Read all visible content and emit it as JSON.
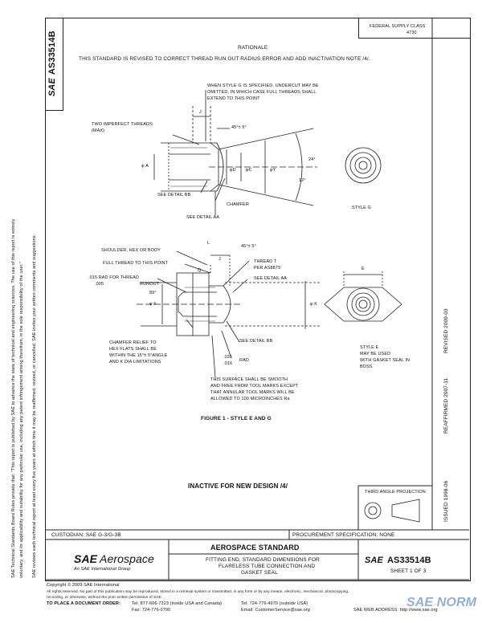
{
  "side_tag": {
    "brand": "SAE",
    "doc": "AS33514B"
  },
  "federal_box": {
    "line1": "FEDERAL SUPPLY CLASS",
    "line2": "4730"
  },
  "rationale": {
    "title": "RATIONALE",
    "text": "THIS STANDARD IS REVISED TO CORRECT THREAD RUN OUT RADIUS ERROR AND ADD INACTIVATION NOTE /4/."
  },
  "drawing_top": {
    "note_style_g": [
      "WHEN STYLE G IS SPECIFIED, UNDERCUT MAY BE",
      "OMITTED, IN WHICH CASE FULL THREADS SHALL",
      "EXTEND TO THIS POINT"
    ],
    "two_imperfect": [
      "TWO IMPERFECT THREADS",
      "(MAX)"
    ],
    "angle_45": "45°± 5°",
    "angle_24": "24°",
    "angle_12": "12°",
    "dim_j": "J",
    "dim_a": "φ A",
    "dim_d": "φD",
    "dim_c": "φC",
    "dim_y": "φY",
    "detail_bb": "SEE DETAIL BB",
    "chamfer": "CHAMFER",
    "detail_aa": "SEE DETAIL AA",
    "style_g": "STYLE G"
  },
  "drawing_mid": {
    "shoulder": "SHOULDER, HEX OR BODY",
    "full_thread": "FULL THREAD TO THIS POINT",
    "rad_thread": [
      ".015 RAD  FOR THREAD",
      ".005",
      "RUNOUT"
    ],
    "angle_45": "45°± 5°",
    "dim_l": "L",
    "dim_j": "J",
    "dim_q": "Q",
    "dim_f": "φ F",
    "dim_k": "φ K",
    "dim_e": "E",
    "angle_89": "89°",
    "thread_t": [
      "THREAD T",
      "PER AS8879"
    ],
    "detail_aa": "SEE DETAIL AA",
    "chamfer_relief": [
      "CHAMFER RELIEF TO",
      "HEX FLATS SHALL BE",
      "WITHIN THE 15°± 5°ANGLE",
      "AND K DIA LIMITATIONS"
    ],
    "detail_bb": "SEE DETAIL BB",
    "rad": [
      ".031",
      ".016",
      "RAD"
    ],
    "surface_note": [
      "THIS SURFACE SHALL BE SMOOTH",
      "AND FREE FROM TOOL MARKS EXCEPT",
      "THAT ANNULAR TOOL MARKS WILL BE",
      "ALLOWED TO 100 MICROINCHES Ra"
    ],
    "style_e": [
      "STYLE E",
      "MAY BE USED",
      "WITH GASKET SEAL IN",
      "BOSS"
    ]
  },
  "figure_caption": "FIGURE 1 - STYLE E AND G",
  "inactive_note": "INACTIVE FOR NEW DESIGN /4/",
  "projection_label": "THIRD ANGLE PROJECTION",
  "right_side": {
    "issued": "ISSUED  1998-06",
    "reaffirmed": "REAFFIRMED  2007-11",
    "revised": "REVISED  2009-03"
  },
  "left_notes": [
    "SAE Technical Standards Board Rules provide that: \"This report is published by SAE to advance the state of technical and engineering sciences. The use of this report is entirely",
    "voluntary, and its applicability and suitability for any particular use, including any patent infringement arising therefrom, is the sole responsibility of the user.\"",
    "SAE reviews each technical report at least every five years at which time it may be reaffirmed, revised, or cancelled. SAE invites your written comments and suggestions."
  ],
  "custodian": "CUSTODIAN:  SAE G-3/G-3B",
  "procurement": "PROCUREMENT SPECIFICATION:  NONE",
  "title_block": {
    "logo_sae": "SAE",
    "logo_aero": "Aerospace",
    "logo_sub": "An SAE International Group",
    "heading": "AEROSPACE STANDARD",
    "title_lines": [
      "FITTING END, STANDARD DIMENSIONS FOR",
      "FLARELESS TUBE CONNECTION AND",
      "GASKET SEAL"
    ],
    "doc_sae": "SAE",
    "doc_number": "AS33514B",
    "sheet": "SHEET 1 OF 3"
  },
  "footer": {
    "copyright": "Copyright © 2009 SAE International",
    "rights": "All rights reserved. No part of this publication may be reproduced, stored in a retrieval system or transmitted, in any form or by any means, electronic, mechanical, photocopying,",
    "rights2": "recording, or otherwise, without the prior written permission of SAE.",
    "order": "TO PLACE A DOCUMENT ORDER:",
    "tel1": "Tel:  877-606-7323 (inside USA and Canada)",
    "tel2": "Tel:  724-776-4970 (outside USA)",
    "fax": "Fax:  724-776-0790",
    "email": "Email: CustomerService@sae.org",
    "web": "SAE WEB ADDRESS:  http://www.sae.org"
  },
  "watermark": "SAE NORM"
}
